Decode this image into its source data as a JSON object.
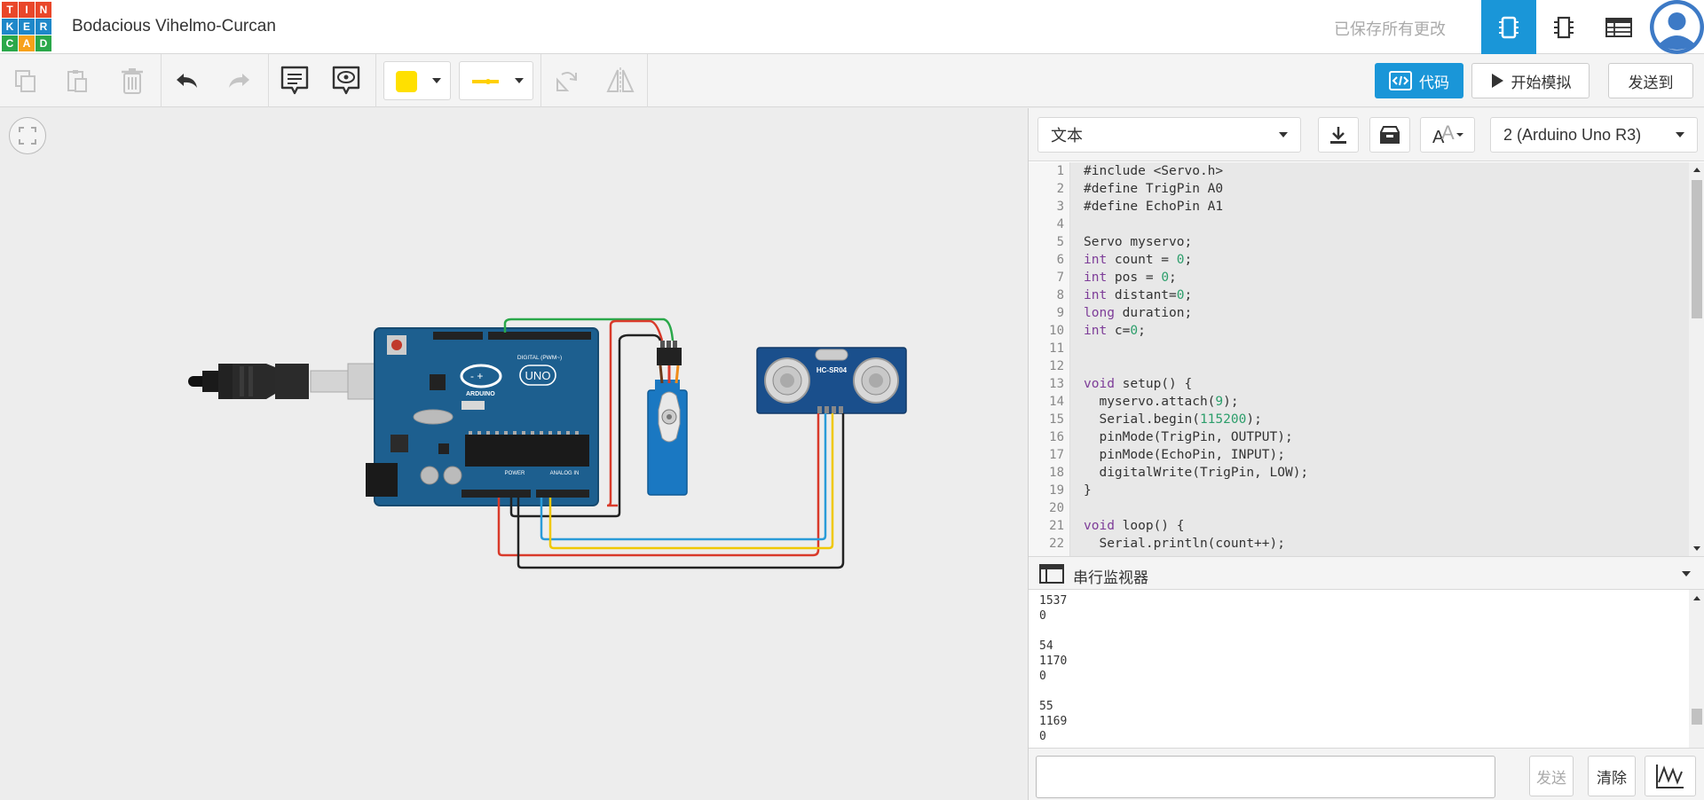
{
  "app": {
    "logo_letters": [
      "T",
      "I",
      "N",
      "K",
      "E",
      "R",
      "C",
      "A",
      "D"
    ],
    "logo_colors": [
      "#e9472a",
      "#e9472a",
      "#e9472a",
      "#1e88c9",
      "#1e88c9",
      "#1e88c9",
      "#2aa84a",
      "#f7a11a",
      "#2aa84a"
    ],
    "project_title": "Bodacious Vihelmo-Curcan",
    "save_status": "已保存所有更改",
    "accent_color": "#1a96d8"
  },
  "header_views": [
    {
      "name": "circuit-view-icon",
      "active": true
    },
    {
      "name": "schematic-view-icon",
      "active": false
    },
    {
      "name": "component-list-icon",
      "active": false
    }
  ],
  "toolbar": {
    "tools": [
      "copy-icon",
      "paste-icon",
      "delete-icon",
      "undo-icon",
      "redo-icon",
      "notes-icon",
      "notes-visibility-icon",
      "fill-color",
      "wire-style",
      "rotate-icon",
      "flip-icon"
    ],
    "fill_color": "#ffe000",
    "code_label": "代码",
    "simulate_label": "开始模拟",
    "send_to_label": "发送到"
  },
  "code_panel": {
    "mode_label": "文本",
    "device_label": "2 (Arduino Uno R3)",
    "code_lines": [
      "#include <Servo.h>",
      "#define TrigPin A0",
      "#define EchoPin A1",
      "",
      "Servo myservo;",
      "int count = 0;",
      "int pos = 0;",
      "int distant=0;",
      "long duration;",
      "int c=0;",
      "",
      "",
      "void setup() {",
      "  myservo.attach(9);",
      "  Serial.begin(115200);",
      "  pinMode(TrigPin, OUTPUT);",
      "  pinMode(EchoPin, INPUT);",
      "  digitalWrite(TrigPin, LOW);",
      "}",
      "",
      "void loop() {",
      "  Serial.println(count++);"
    ]
  },
  "serial_monitor": {
    "title": "串行监视器",
    "lines": [
      "1537",
      "0",
      "",
      "54",
      "1170",
      "0",
      "",
      "55",
      "1169",
      "0"
    ],
    "input_value": "",
    "send_label": "发送",
    "clear_label": "清除"
  },
  "circuit": {
    "board_label": "UNO",
    "board_brand": "ARDUINO",
    "board_digital": "DIGITAL (PWM~)",
    "board_power": "POWER",
    "board_analog": "ANALOG IN",
    "sensor_label": "HC-SR04"
  }
}
